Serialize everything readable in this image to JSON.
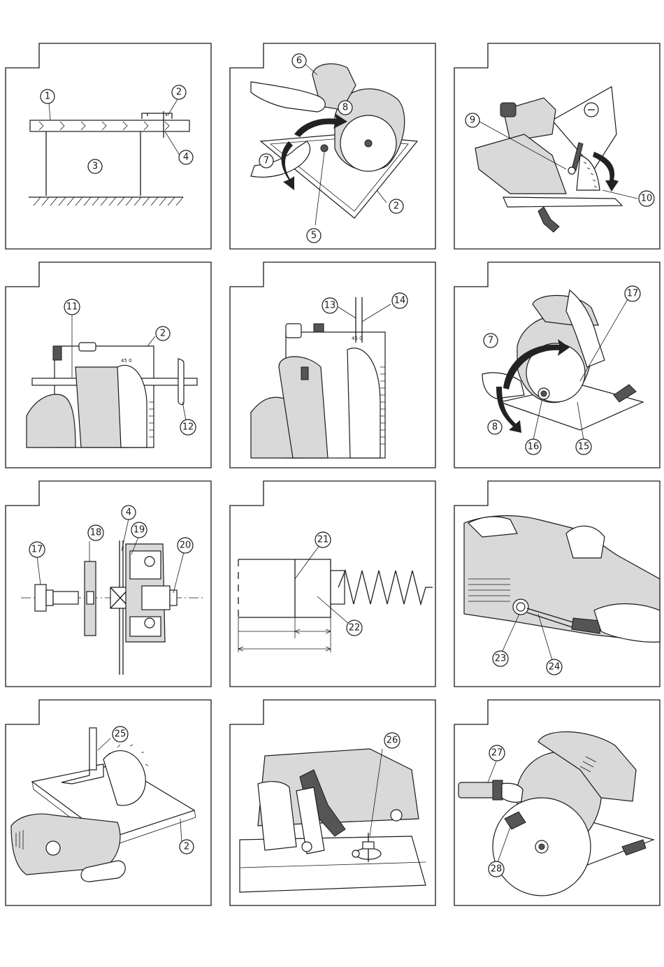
{
  "callouts": [
    "1",
    "2",
    "3",
    "4",
    "5",
    "6",
    "7",
    "8",
    "9",
    "10",
    "11",
    "12",
    "13",
    "14",
    "15",
    "16",
    "17",
    "18",
    "19",
    "20",
    "21",
    "22",
    "23",
    "24",
    "25",
    "26",
    "27",
    "28"
  ],
  "scale_labels": {
    "p4": "45  0",
    "p5": "45  0"
  }
}
